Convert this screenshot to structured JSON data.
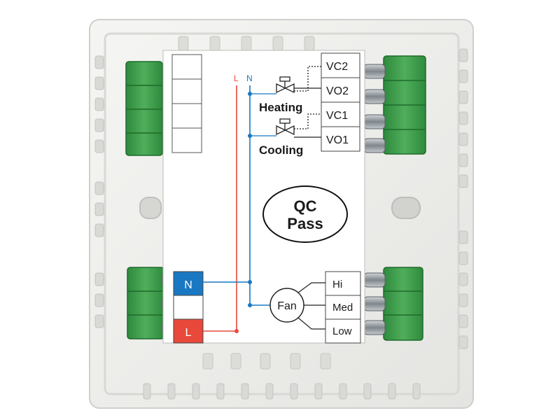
{
  "wiring_label": {
    "line_letter": "L",
    "neutral_letter": "N",
    "top_terminals": [
      "VC2",
      "VO2",
      "VC1",
      "VO1"
    ],
    "heating_label": "Heating",
    "cooling_label": "Cooling",
    "qc_stamp": {
      "line1": "QC",
      "line2": "Pass"
    },
    "left_terminals": {
      "neutral": "N",
      "line": "L"
    },
    "fan_label": "Fan",
    "fan_speeds": [
      "Hi",
      "Med",
      "Low"
    ]
  },
  "colors": {
    "housing": "#eeeeec",
    "terminal_green": "#3d9a4a",
    "neutral_blue": "#1a78c2",
    "line_red": "#e8493a",
    "label_white": "#ffffff",
    "ink": "#1a1a1a"
  }
}
